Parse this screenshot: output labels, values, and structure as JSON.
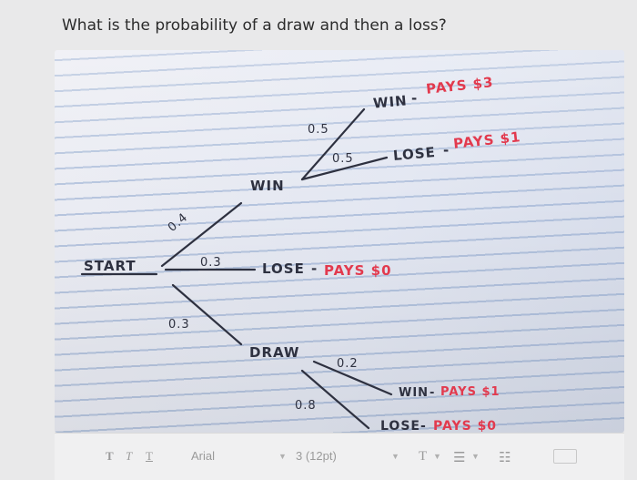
{
  "question": "What is the probability of a draw and then a loss?",
  "tree": {
    "start": "START",
    "branch_win_prob": "0.4",
    "branch_lose_prob": "0.3",
    "branch_draw_prob": "0.3",
    "win": "WIN",
    "win_win_prob": "0.5",
    "win_lose_prob": "0.5",
    "win_win_word": "WIN",
    "win_win_sep": "-",
    "win_win_pays": "PAYS $3",
    "win_lose_word": "LOSE",
    "win_lose_sep": "-",
    "win_lose_pays": "PAYS $1",
    "lose_word": "LOSE",
    "lose_sep": "-",
    "lose_pays": "PAYS $0",
    "draw": "DRAW",
    "draw_win_prob": "0.2",
    "draw_lose_prob": "0.8",
    "draw_win_word": "WIN",
    "draw_win_sep": "-",
    "draw_win_pays": "PAYS $1",
    "draw_lose_word": "LOSE",
    "draw_lose_sep": "-",
    "draw_lose_pays": "PAYS $0"
  },
  "toolbar": {
    "t1": "T",
    "t2": "T",
    "t3": "T",
    "font": "Arial",
    "size": "3 (12pt)",
    "color_t": "T"
  }
}
